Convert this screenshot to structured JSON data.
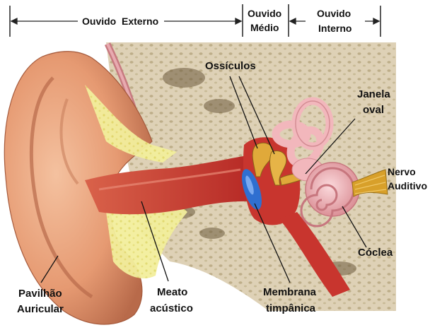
{
  "header": {
    "external": {
      "word1": "Ouvido",
      "word2": "Externo"
    },
    "middle": {
      "word1": "Ouvido",
      "word2": "Médio"
    },
    "internal": {
      "word1": "Ouvido",
      "word2": "Interno"
    }
  },
  "labels": {
    "ossicles": "Ossículos",
    "oval_window": {
      "line1": "Janela",
      "line2": "oval"
    },
    "auditory_nerve": {
      "line1": "Nervo",
      "line2": "Auditivo"
    },
    "cochlea": "Cóclea",
    "tympanic_membrane": {
      "line1": "Membrana",
      "line2": "timpânica"
    },
    "acoustic_meatus": {
      "line1": "Meato",
      "line2": "acústico"
    },
    "pinna": {
      "line1": "Pavilhão",
      "line2": "Auricular"
    }
  },
  "colors": {
    "skin": "#e8a47e",
    "skin_dark": "#b86a4a",
    "cartilage": "#f0ec9a",
    "bone": "#d9ccb0",
    "canal": "#cc3b33",
    "membrane": "#2f6fd0",
    "ossicle": "#e0a93a",
    "inner_ear": "#f2b7bc",
    "nerve": "#d8a02a"
  }
}
